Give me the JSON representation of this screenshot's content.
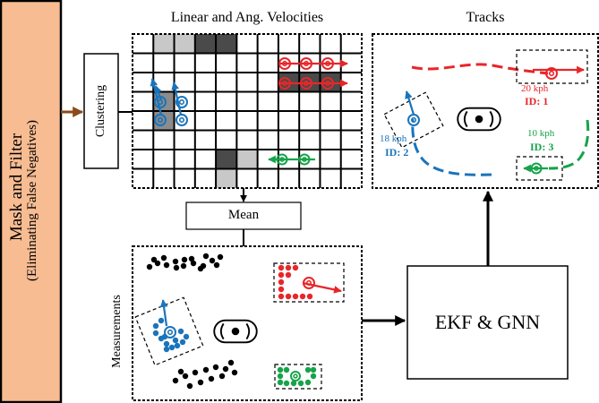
{
  "left_panel": {
    "title": "Mask and Filter",
    "subtitle": "(Eliminating False Negatives)",
    "fill": "#f7bc92"
  },
  "clustering": {
    "label": "Clustering"
  },
  "velocities": {
    "title": "Linear and Ang. Velocities"
  },
  "mean": {
    "label": "Mean"
  },
  "measurements": {
    "label": "Measurements"
  },
  "ekf": {
    "label": "EKF & GNN"
  },
  "tracks": {
    "title": "Tracks",
    "items": [
      {
        "speed": "20 kph",
        "id": "ID: 1",
        "color": "#e8262a"
      },
      {
        "speed": "18 kph",
        "id": "ID: 2",
        "color": "#1a74bb"
      },
      {
        "speed": "10 kph",
        "id": "ID: 3",
        "color": "#16a34a"
      }
    ]
  },
  "colors": {
    "red": "#e8262a",
    "blue": "#1a74bb",
    "green": "#16a34a",
    "arrow_brown": "#8b4a1a",
    "cell_light": "#c8c8c8",
    "cell_dark": "#4a4a4a",
    "cell_mid": "#8c8c8c"
  }
}
